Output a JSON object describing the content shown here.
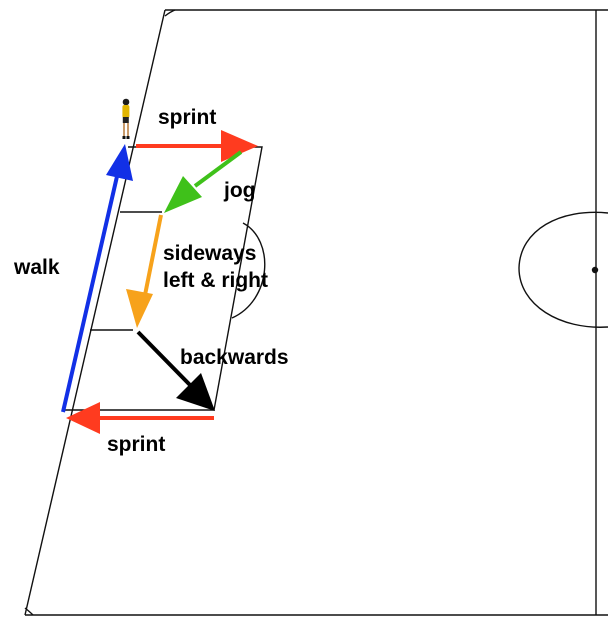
{
  "labels": {
    "top_sprint": "sprint",
    "jog": "jog",
    "sideways_line1": "sideways",
    "sideways_line2": "left & right",
    "backwards": "backwards",
    "bottom_sprint": "sprint",
    "walk": "walk"
  },
  "colors": {
    "sprint": "#ff3b1f",
    "jog": "#3fc11a",
    "sideways": "#f7a21b",
    "backwards": "#000000",
    "walk": "#1230e6",
    "field_line": "#111111"
  },
  "icons": {
    "player": "player-figure-icon",
    "center_spot": "center-spot-icon"
  }
}
